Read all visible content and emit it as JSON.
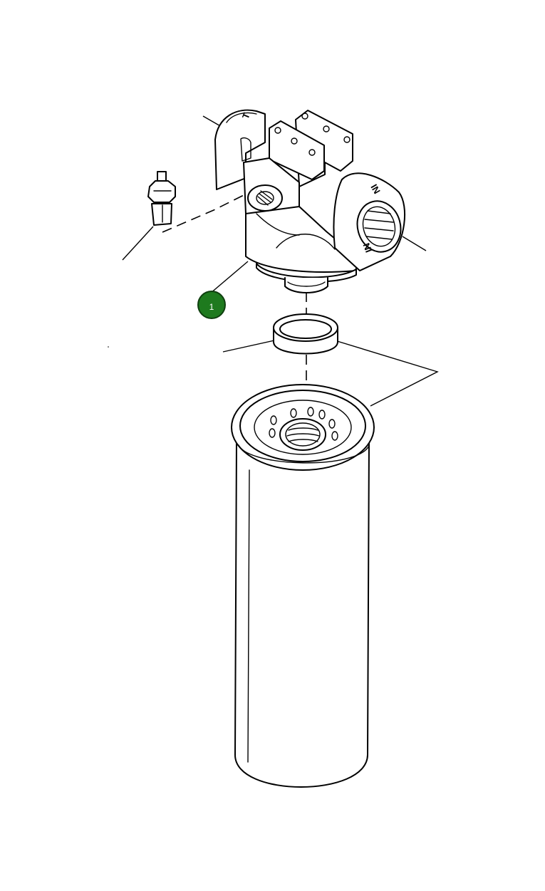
{
  "diagram": {
    "callouts": [
      {
        "label": "1"
      }
    ],
    "port_markings": {
      "upper": "IN",
      "lower": "IN"
    },
    "colors": {
      "callout_fill": "#1e7a1e",
      "line": "#000000",
      "background": "#ffffff"
    }
  }
}
